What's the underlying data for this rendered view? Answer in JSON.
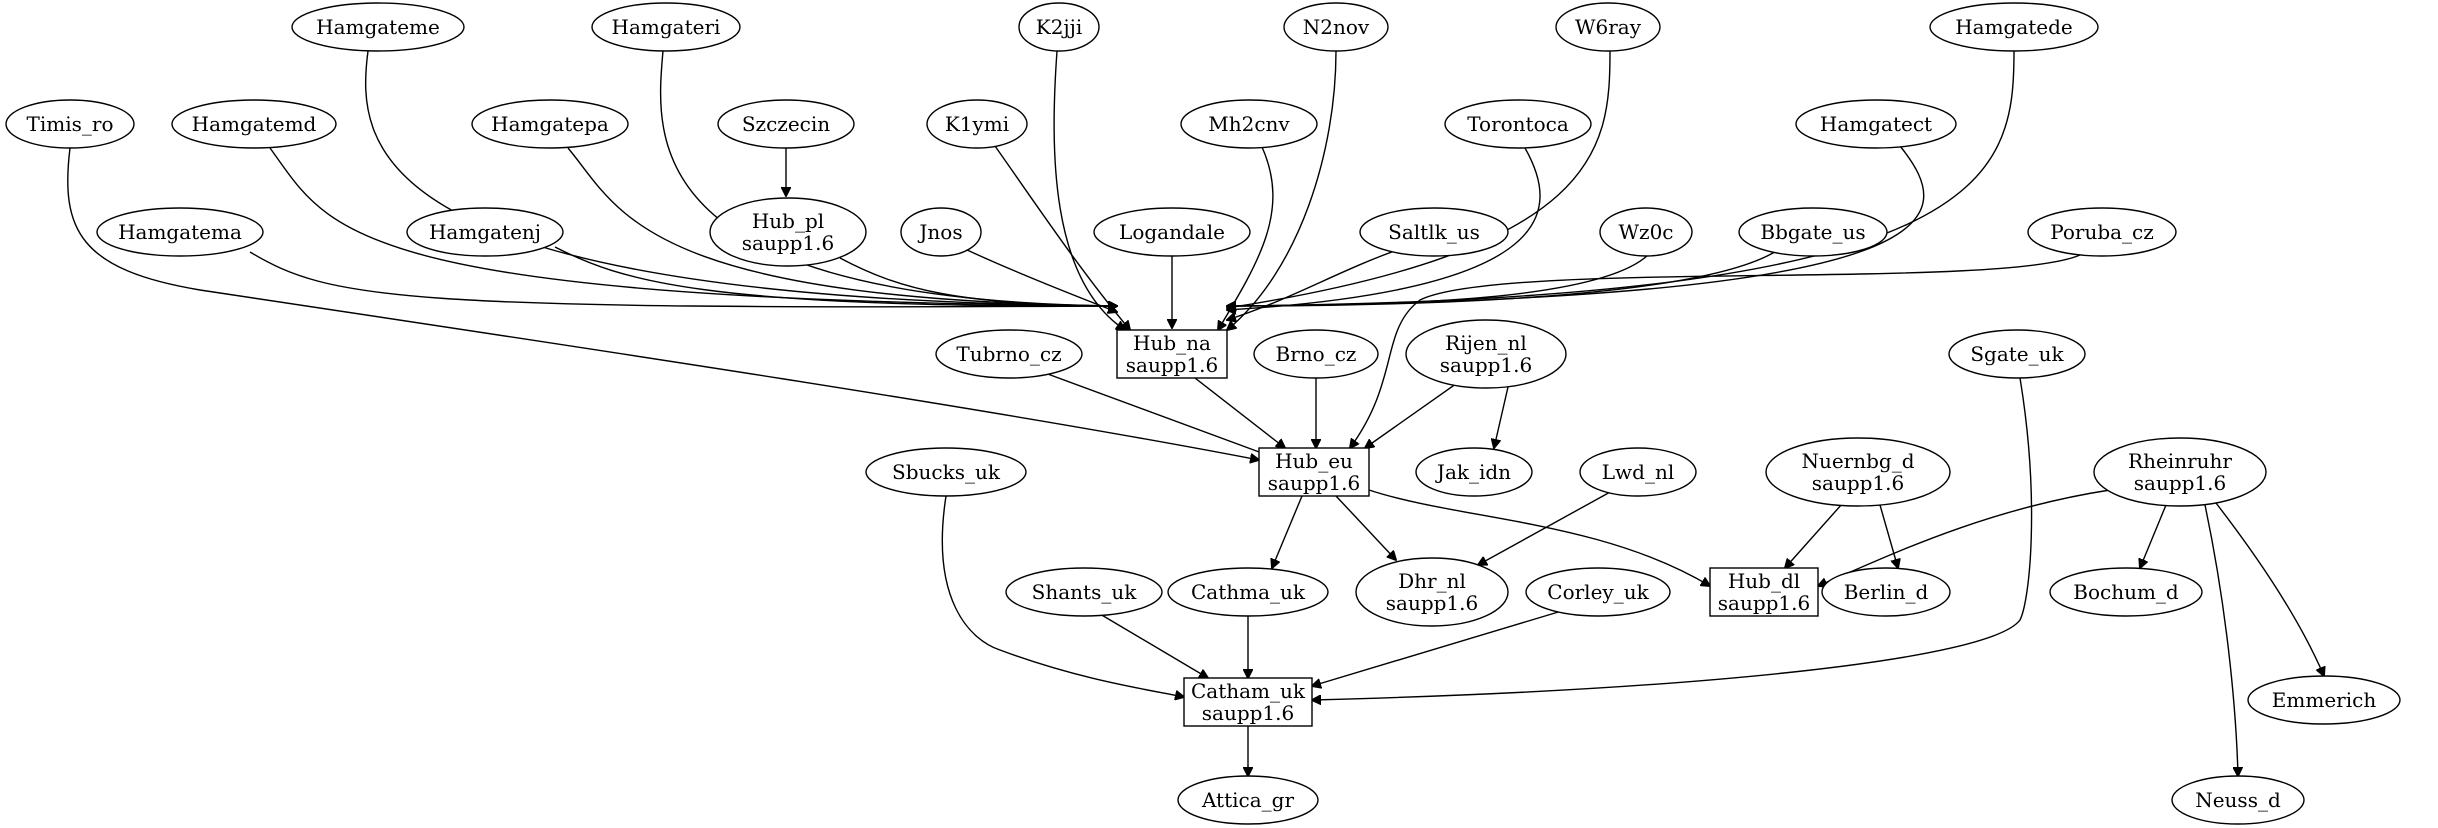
{
  "graph": {
    "nodes": [
      {
        "id": "Timis_ro",
        "lines": [
          "Timis_ro"
        ],
        "shape": "ellipse"
      },
      {
        "id": "Hamgatemd",
        "lines": [
          "Hamgatemd"
        ],
        "shape": "ellipse"
      },
      {
        "id": "Hamgateme",
        "lines": [
          "Hamgateme"
        ],
        "shape": "ellipse"
      },
      {
        "id": "Hamgatema",
        "lines": [
          "Hamgatema"
        ],
        "shape": "ellipse"
      },
      {
        "id": "Hamgatepa",
        "lines": [
          "Hamgatepa"
        ],
        "shape": "ellipse"
      },
      {
        "id": "Hamgatenj",
        "lines": [
          "Hamgatenj"
        ],
        "shape": "ellipse"
      },
      {
        "id": "Hamgateri",
        "lines": [
          "Hamgateri"
        ],
        "shape": "ellipse"
      },
      {
        "id": "Szczecin",
        "lines": [
          "Szczecin"
        ],
        "shape": "ellipse"
      },
      {
        "id": "Hub_pl",
        "lines": [
          "Hub_pl",
          "saupp1.6"
        ],
        "shape": "ellipse"
      },
      {
        "id": "Jnos",
        "lines": [
          "Jnos"
        ],
        "shape": "ellipse"
      },
      {
        "id": "K1ymi",
        "lines": [
          "K1ymi"
        ],
        "shape": "ellipse"
      },
      {
        "id": "K2jji",
        "lines": [
          "K2jji"
        ],
        "shape": "ellipse"
      },
      {
        "id": "Logandale",
        "lines": [
          "Logandale"
        ],
        "shape": "ellipse"
      },
      {
        "id": "Mh2cnv",
        "lines": [
          "Mh2cnv"
        ],
        "shape": "ellipse"
      },
      {
        "id": "N2nov",
        "lines": [
          "N2nov"
        ],
        "shape": "ellipse"
      },
      {
        "id": "Torontoca",
        "lines": [
          "Torontoca"
        ],
        "shape": "ellipse"
      },
      {
        "id": "Saltlk_us",
        "lines": [
          "Saltlk_us"
        ],
        "shape": "ellipse"
      },
      {
        "id": "W6ray",
        "lines": [
          "W6ray"
        ],
        "shape": "ellipse"
      },
      {
        "id": "Wz0c",
        "lines": [
          "Wz0c"
        ],
        "shape": "ellipse"
      },
      {
        "id": "Bbgate_us",
        "lines": [
          "Bbgate_us"
        ],
        "shape": "ellipse"
      },
      {
        "id": "Hamgatect",
        "lines": [
          "Hamgatect"
        ],
        "shape": "ellipse"
      },
      {
        "id": "Hamgatede",
        "lines": [
          "Hamgatede"
        ],
        "shape": "ellipse"
      },
      {
        "id": "Poruba_cz",
        "lines": [
          "Poruba_cz"
        ],
        "shape": "ellipse"
      },
      {
        "id": "Hub_na",
        "lines": [
          "Hub_na",
          "saupp1.6"
        ],
        "shape": "box"
      },
      {
        "id": "Tubrno_cz",
        "lines": [
          "Tubrno_cz"
        ],
        "shape": "ellipse"
      },
      {
        "id": "Brno_cz",
        "lines": [
          "Brno_cz"
        ],
        "shape": "ellipse"
      },
      {
        "id": "Rijen_nl",
        "lines": [
          "Rijen_nl",
          "saupp1.6"
        ],
        "shape": "ellipse"
      },
      {
        "id": "Sgate_uk",
        "lines": [
          "Sgate_uk"
        ],
        "shape": "ellipse"
      },
      {
        "id": "Hub_eu",
        "lines": [
          "Hub_eu",
          "saupp1.6"
        ],
        "shape": "box"
      },
      {
        "id": "Jak_idn",
        "lines": [
          "Jak_idn"
        ],
        "shape": "ellipse"
      },
      {
        "id": "Lwd_nl",
        "lines": [
          "Lwd_nl"
        ],
        "shape": "ellipse"
      },
      {
        "id": "Nuernbg_d",
        "lines": [
          "Nuernbg_d",
          "saupp1.6"
        ],
        "shape": "ellipse"
      },
      {
        "id": "Rheinruhr",
        "lines": [
          "Rheinruhr",
          "saupp1.6"
        ],
        "shape": "ellipse"
      },
      {
        "id": "Sbucks_uk",
        "lines": [
          "Sbucks_uk"
        ],
        "shape": "ellipse"
      },
      {
        "id": "Shants_uk",
        "lines": [
          "Shants_uk"
        ],
        "shape": "ellipse"
      },
      {
        "id": "Cathma_uk",
        "lines": [
          "Cathma_uk"
        ],
        "shape": "ellipse"
      },
      {
        "id": "Dhr_nl",
        "lines": [
          "Dhr_nl",
          "saupp1.6"
        ],
        "shape": "ellipse"
      },
      {
        "id": "Corley_uk",
        "lines": [
          "Corley_uk"
        ],
        "shape": "ellipse"
      },
      {
        "id": "Hub_dl",
        "lines": [
          "Hub_dl",
          "saupp1.6"
        ],
        "shape": "box"
      },
      {
        "id": "Berlin_d",
        "lines": [
          "Berlin_d"
        ],
        "shape": "ellipse"
      },
      {
        "id": "Bochum_d",
        "lines": [
          "Bochum_d"
        ],
        "shape": "ellipse"
      },
      {
        "id": "Catham_uk",
        "lines": [
          "Catham_uk",
          "saupp1.6"
        ],
        "shape": "box"
      },
      {
        "id": "Emmerich",
        "lines": [
          "Emmerich"
        ],
        "shape": "ellipse"
      },
      {
        "id": "Attica_gr",
        "lines": [
          "Attica_gr"
        ],
        "shape": "ellipse"
      },
      {
        "id": "Neuss_d",
        "lines": [
          "Neuss_d"
        ],
        "shape": "ellipse"
      }
    ],
    "edges": [
      {
        "from": "Hamgatemd",
        "to": "Hub_na"
      },
      {
        "from": "Hamgateme",
        "to": "Hub_na"
      },
      {
        "from": "Hamgatema",
        "to": "Hub_na"
      },
      {
        "from": "Hamgatepa",
        "to": "Hub_na"
      },
      {
        "from": "Hamgatenj",
        "to": "Hub_na"
      },
      {
        "from": "Hamgateri",
        "to": "Hub_na"
      },
      {
        "from": "Szczecin",
        "to": "Hub_pl"
      },
      {
        "from": "Hub_pl",
        "to": "Hub_na"
      },
      {
        "from": "Jnos",
        "to": "Hub_na"
      },
      {
        "from": "K1ymi",
        "to": "Hub_na"
      },
      {
        "from": "K2jji",
        "to": "Hub_na"
      },
      {
        "from": "Logandale",
        "to": "Hub_na"
      },
      {
        "from": "Mh2cnv",
        "to": "Hub_na"
      },
      {
        "from": "N2nov",
        "to": "Hub_na"
      },
      {
        "from": "Torontoca",
        "to": "Hub_na"
      },
      {
        "from": "Saltlk_us",
        "to": "Hub_na"
      },
      {
        "from": "W6ray",
        "to": "Hub_na"
      },
      {
        "from": "Wz0c",
        "to": "Hub_na"
      },
      {
        "from": "Bbgate_us",
        "to": "Hub_na"
      },
      {
        "from": "Hamgatect",
        "to": "Hub_na"
      },
      {
        "from": "Hamgatede",
        "to": "Hub_na"
      },
      {
        "from": "Poruba_cz",
        "to": "Hub_eu"
      },
      {
        "from": "Timis_ro",
        "to": "Hub_eu"
      },
      {
        "from": "Hub_na",
        "to": "Hub_eu"
      },
      {
        "from": "Tubrno_cz",
        "to": "Hub_eu"
      },
      {
        "from": "Brno_cz",
        "to": "Hub_eu"
      },
      {
        "from": "Rijen_nl",
        "to": "Hub_eu"
      },
      {
        "from": "Rijen_nl",
        "to": "Jak_idn"
      },
      {
        "from": "Hub_eu",
        "to": "Cathma_uk"
      },
      {
        "from": "Hub_eu",
        "to": "Dhr_nl"
      },
      {
        "from": "Hub_eu",
        "to": "Hub_dl"
      },
      {
        "from": "Lwd_nl",
        "to": "Dhr_nl"
      },
      {
        "from": "Nuernbg_d",
        "to": "Hub_dl"
      },
      {
        "from": "Nuernbg_d",
        "to": "Berlin_d"
      },
      {
        "from": "Rheinruhr",
        "to": "Hub_dl"
      },
      {
        "from": "Rheinruhr",
        "to": "Bochum_d"
      },
      {
        "from": "Rheinruhr",
        "to": "Emmerich"
      },
      {
        "from": "Rheinruhr",
        "to": "Neuss_d"
      },
      {
        "from": "Sbucks_uk",
        "to": "Catham_uk"
      },
      {
        "from": "Shants_uk",
        "to": "Catham_uk"
      },
      {
        "from": "Cathma_uk",
        "to": "Catham_uk"
      },
      {
        "from": "Corley_uk",
        "to": "Catham_uk"
      },
      {
        "from": "Sgate_uk",
        "to": "Catham_uk"
      },
      {
        "from": "Catham_uk",
        "to": "Attica_gr"
      }
    ]
  }
}
